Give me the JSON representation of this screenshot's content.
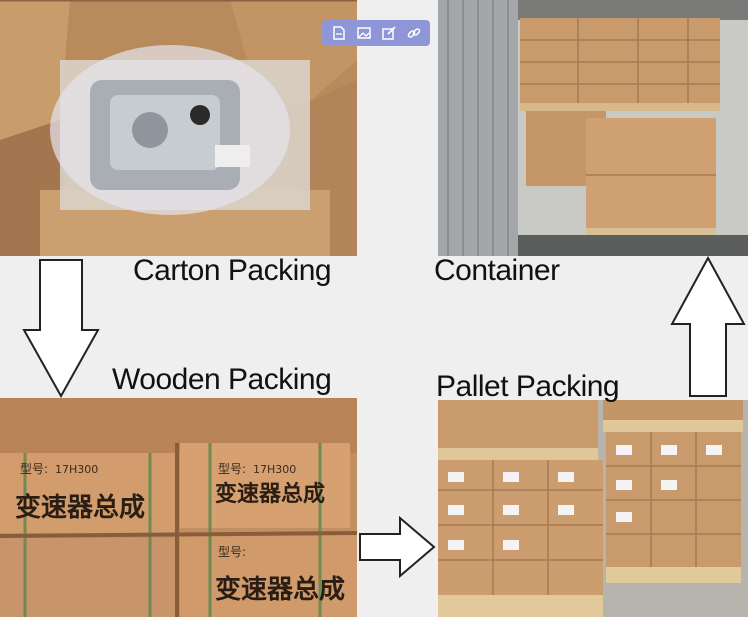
{
  "labels": {
    "carton": "Carton Packing",
    "container": "Container",
    "wooden": "Wooden Packing",
    "pallet": "Pallet Packing"
  },
  "crate_text": {
    "model_prefix": "型号:",
    "model_value": "17H300",
    "product_name": "变速器总成"
  },
  "toolbar": {
    "icons": [
      "file-icon",
      "image-icon",
      "edit-icon",
      "link-icon"
    ]
  },
  "colors": {
    "cardboard": "#c79a6a",
    "background": "#efefef",
    "toolbar": "#8f96d8",
    "arrow_fill": "#ffffff",
    "arrow_stroke": "#222222"
  }
}
